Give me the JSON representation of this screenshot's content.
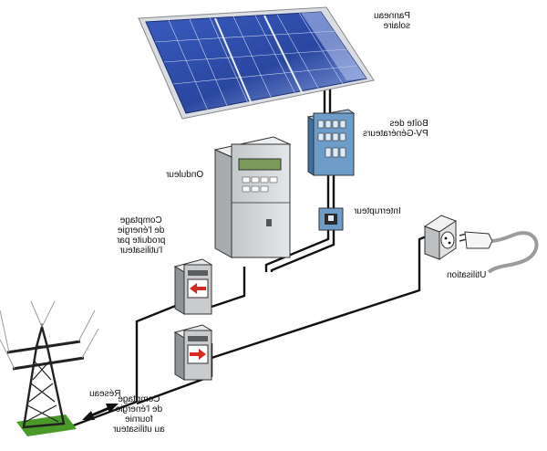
{
  "labels": {
    "solar_panel": "Panneau\nsolaire",
    "junction_box": "Boîte des\nPV-Générateurs",
    "inverter": "Onduleur",
    "switch": "Interrupteur",
    "meter_produced": "Comptage\nde l'énergie\nproduite par\nl'utilisateur",
    "meter_supplied": "Comptage\nde l'énergie\nfournie\nau utilisateur",
    "usage": "Utilisation",
    "grid": "Réseau"
  },
  "colors": {
    "panel_cell": "#2e4fa8",
    "panel_frame": "#d9dde3",
    "junction_box": "#6e9cc8",
    "inverter_body": "#d6d8da",
    "inverter_display": "#7a9a5a",
    "meter_body": "#c9cbcd",
    "arrow_red": "#d42a1f",
    "cable": "#111111",
    "grass": "#4a9a2a"
  },
  "icons": [
    "solar-panel-icon",
    "pv-junction-box-icon",
    "inverter-icon",
    "switch-icon",
    "energy-meter-icon",
    "power-pylon-icon",
    "wall-socket-icon",
    "plug-icon",
    "double-arrow-icon"
  ]
}
